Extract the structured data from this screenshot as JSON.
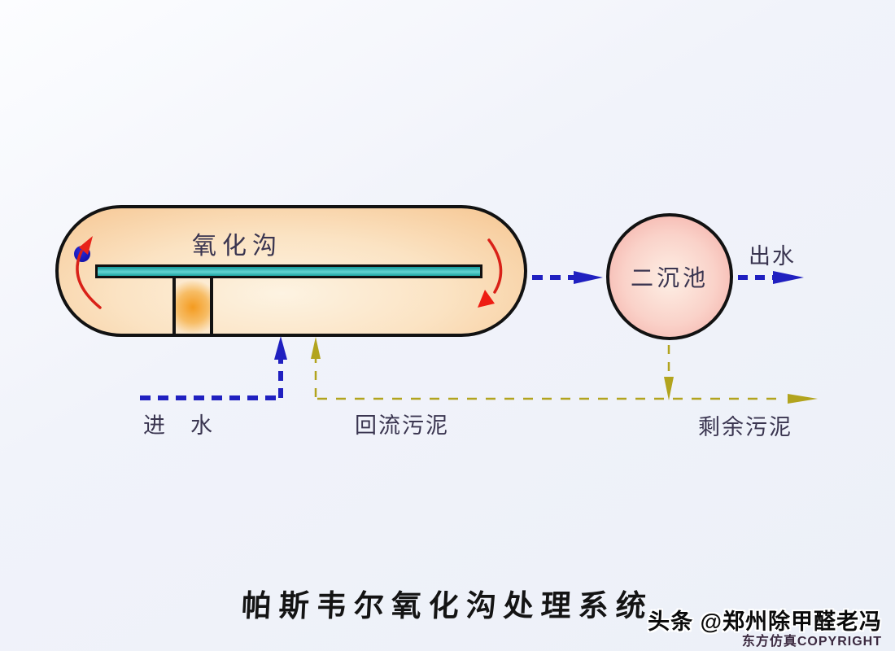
{
  "diagram": {
    "title": "帕斯韦尔氧化沟处理系统",
    "oxidation_ditch": {
      "label": "氧化沟",
      "fill_color": "#fbe3c3",
      "rotor_color": "#2ab3ae",
      "aeration_glow_color": "#f49b20",
      "marker_dot_color": "#1414ae",
      "rotation_arrow_color": "#e02020"
    },
    "clarifier": {
      "label": "二沉池",
      "fill_color": "#f3a7a0"
    },
    "flows": {
      "influent_label": "进　水",
      "effluent_label": "出水",
      "return_sludge_label": "回流污泥",
      "excess_sludge_label": "剩余污泥",
      "water_line_color": "#2020c0",
      "sludge_line_color": "#b2a41e"
    }
  },
  "watermark": {
    "line1": "头条 @郑州除甲醛老冯",
    "line2": "东方仿真COPYRIGHT"
  }
}
